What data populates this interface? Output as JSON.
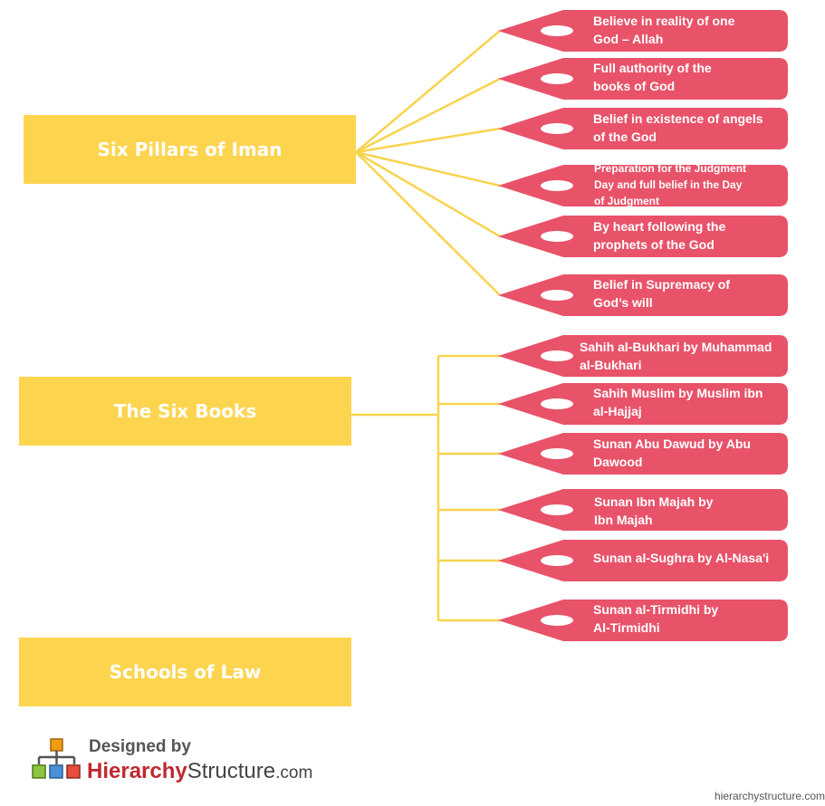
{
  "colors": {
    "box": "#fdd44e",
    "tag": "#e8536a",
    "connector": "#f7d44e",
    "hole": "#ffffff"
  },
  "groups": [
    {
      "title": "Six Pillars of Iman",
      "items": [
        "Believe in reality of one\nGod – Allah",
        "Full authority of the\nbooks of God",
        "Belief in existence of angels\nof the God",
        "Preparation for the Judgment\nDay and full belief in the Day\nof Judgment",
        "By heart following the\nprophets of the God",
        "Belief in Supremacy of\n God’s will"
      ]
    },
    {
      "title": "The Six Books",
      "items": [
        "Sahih al-Bukhari by Muhammad\n al-Bukhari",
        "Sahih Muslim by Muslim ibn\n al-Hajjaj",
        "Sunan Abu Dawud by Abu\nDawood",
        "Sunan Ibn Majah by\nIbn Majah",
        "Sunan al-Sughra by Al-Nasa'i",
        "Sunan al-Tirmidhi by\nAl-Tirmidhi"
      ]
    },
    {
      "title": "Schools of Law",
      "items": []
    }
  ],
  "logo": {
    "designed_by": "Designed by",
    "brand_main": "Hierarchy",
    "brand_second": "Structure",
    "brand_suffix": ".com",
    "icon": "hierarchy-icon"
  },
  "watermark": "hierarchystructure.com"
}
